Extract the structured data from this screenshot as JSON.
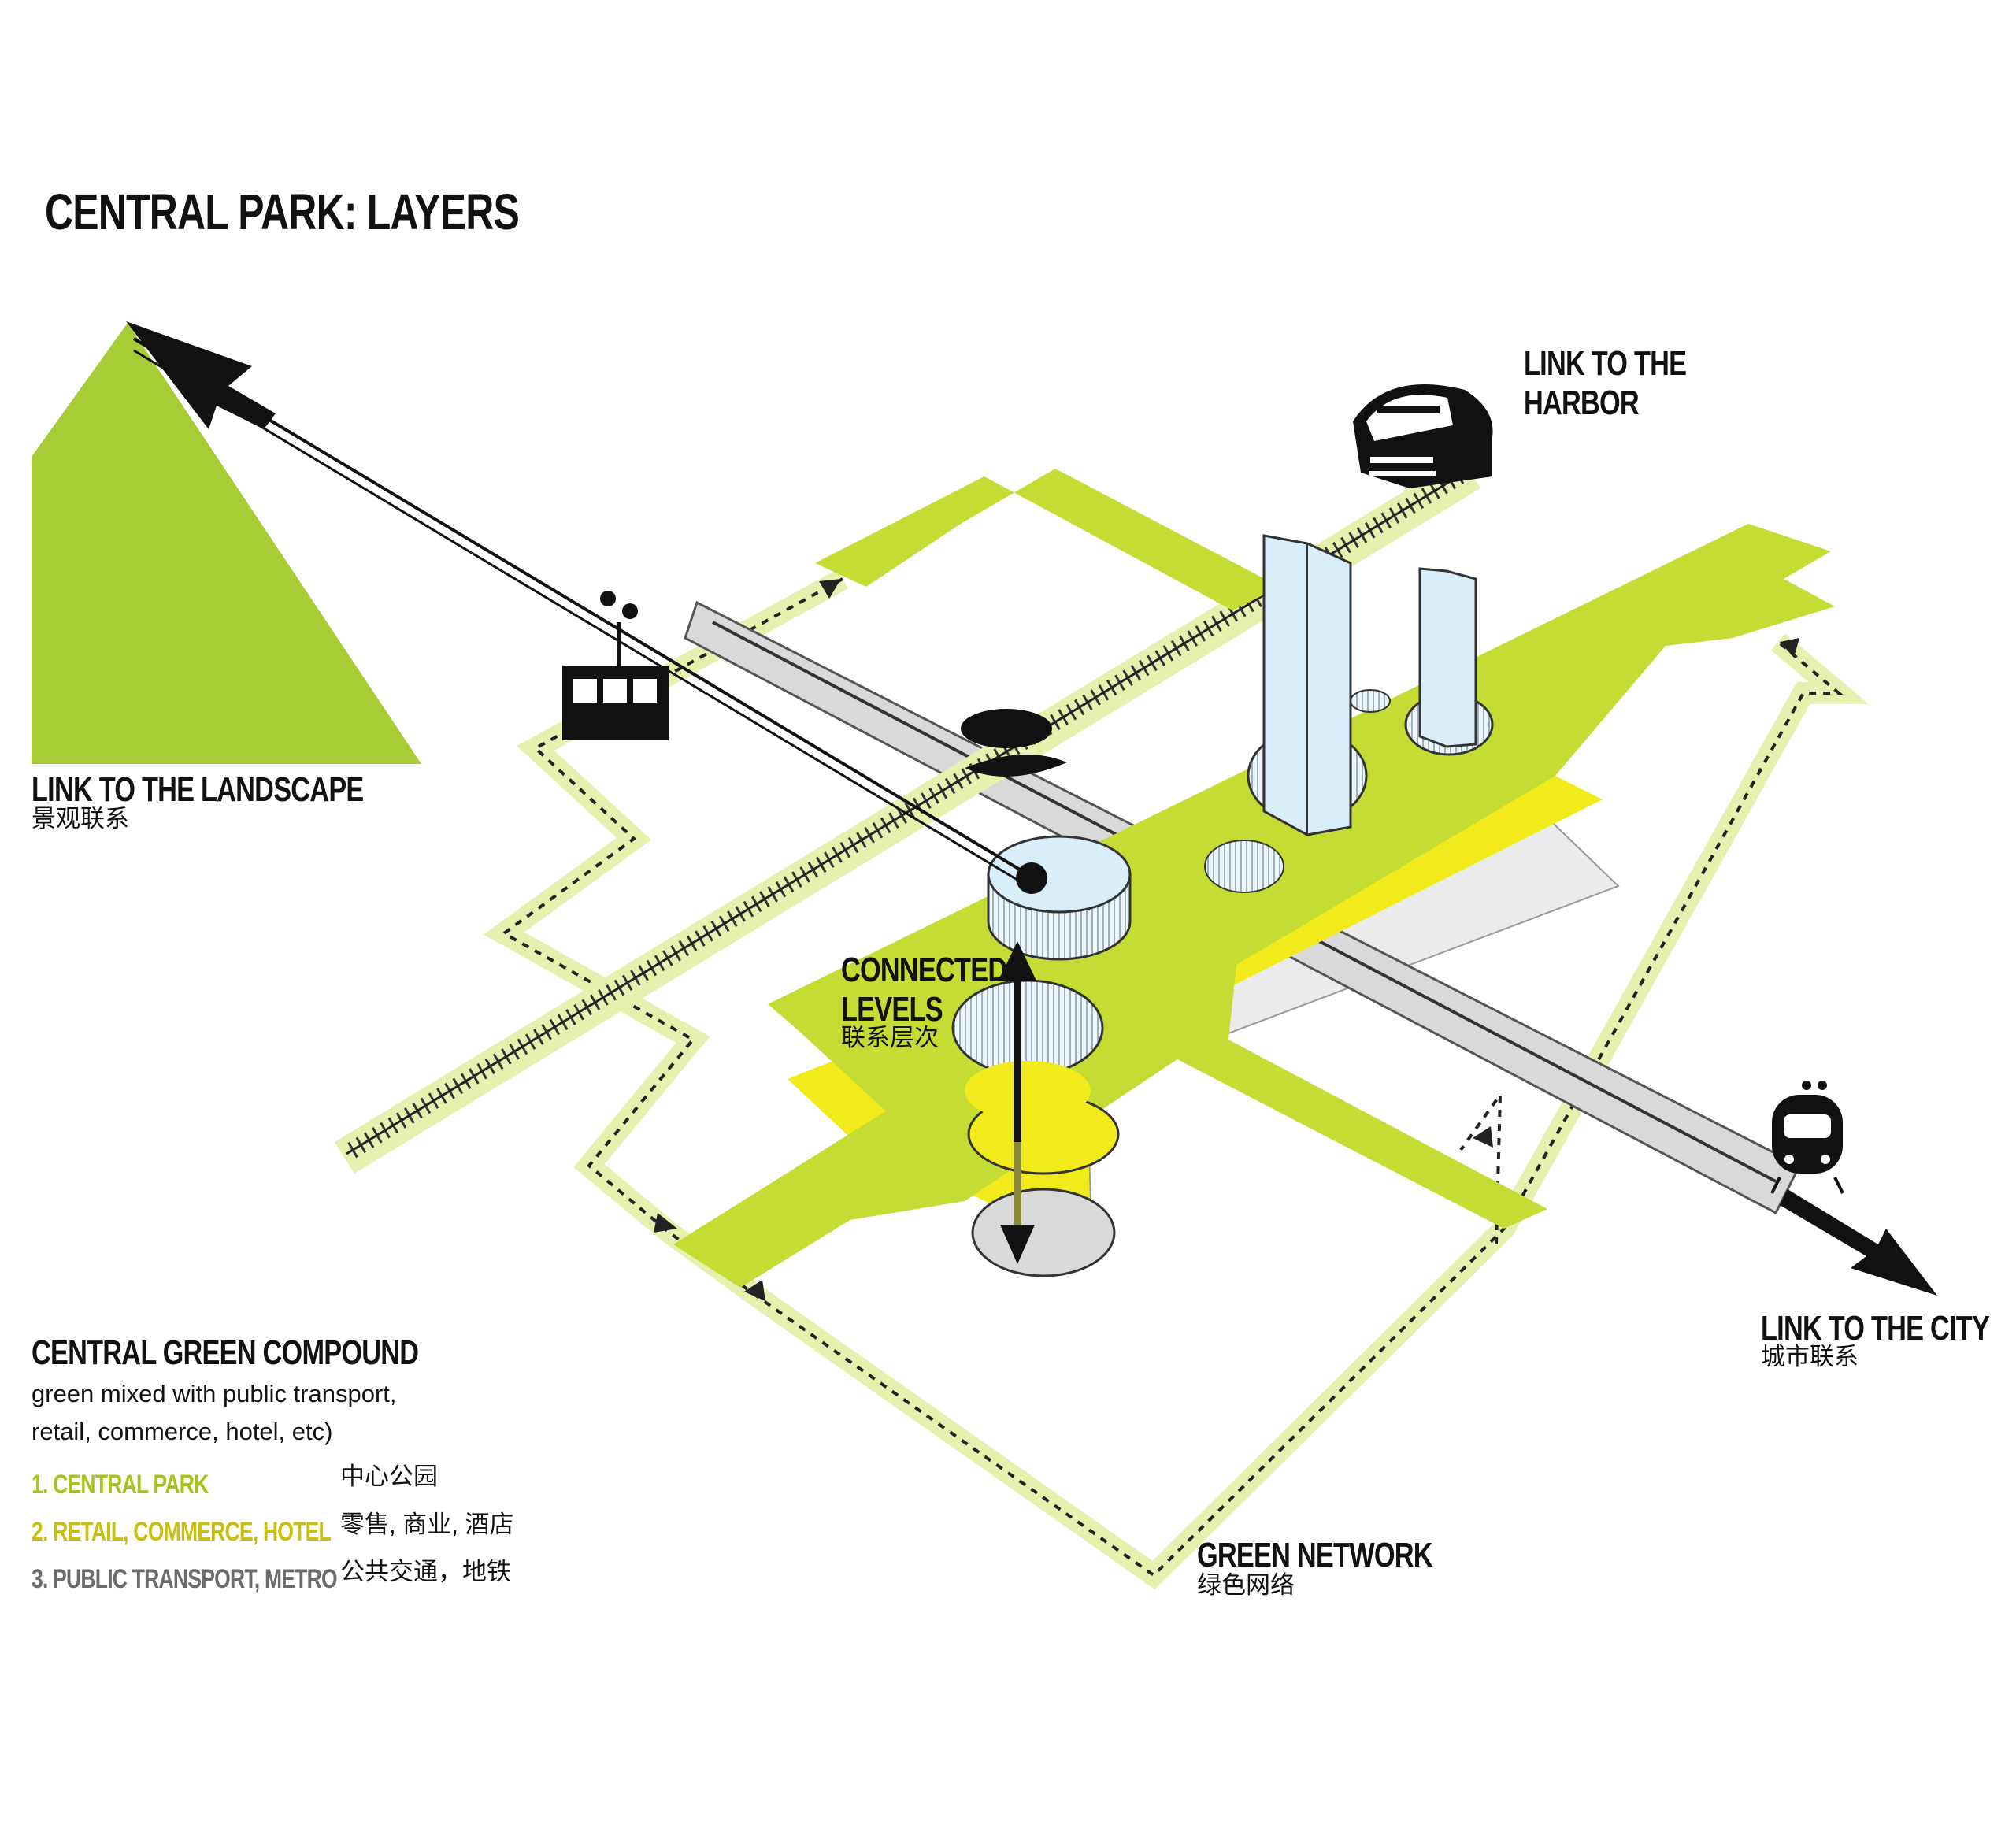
{
  "title": "CENTRAL PARK: LAYERS",
  "labels": {
    "landscape": {
      "en": "LINK TO THE LANDSCAPE",
      "cn": "景观联系"
    },
    "harbor": {
      "line1": "LINK TO THE",
      "line2": "HARBOR"
    },
    "city": {
      "en": "LINK TO THE CITY",
      "cn": "城市联系"
    },
    "levels": {
      "line1": "CONNECTED",
      "line2": "LEVELS",
      "cn": "联系层次"
    },
    "network": {
      "en": "GREEN NETWORK",
      "cn": "绿色网络"
    }
  },
  "legend": {
    "heading": "CENTRAL GREEN COMPOUND",
    "description_line1": "green mixed with public transport,",
    "description_line2": "retail, commerce, hotel, etc)",
    "items": [
      {
        "en": "1. CENTRAL PARK",
        "cn": "中心公园",
        "color": "#a6c31c"
      },
      {
        "en": "2. RETAIL, COMMERCE, HOTEL",
        "cn": "零售, 商业, 酒店",
        "color": "#c9bf0e"
      },
      {
        "en": "3. PUBLIC TRANSPORT, METRO",
        "cn": "公共交通，地铁",
        "color": "#6b6b6b"
      }
    ]
  },
  "colors": {
    "park_green": "#c5dc35",
    "mountain_green": "#a8cc35",
    "retail_yellow": "#f1eb1b",
    "network_pale": "#e5f1ae",
    "metro_gray": "#d9d9d9",
    "tower_blue": "#d8eefa"
  },
  "icons": [
    "mountain-icon",
    "cable-car-icon",
    "harbor-train-icon",
    "metro-train-icon"
  ]
}
